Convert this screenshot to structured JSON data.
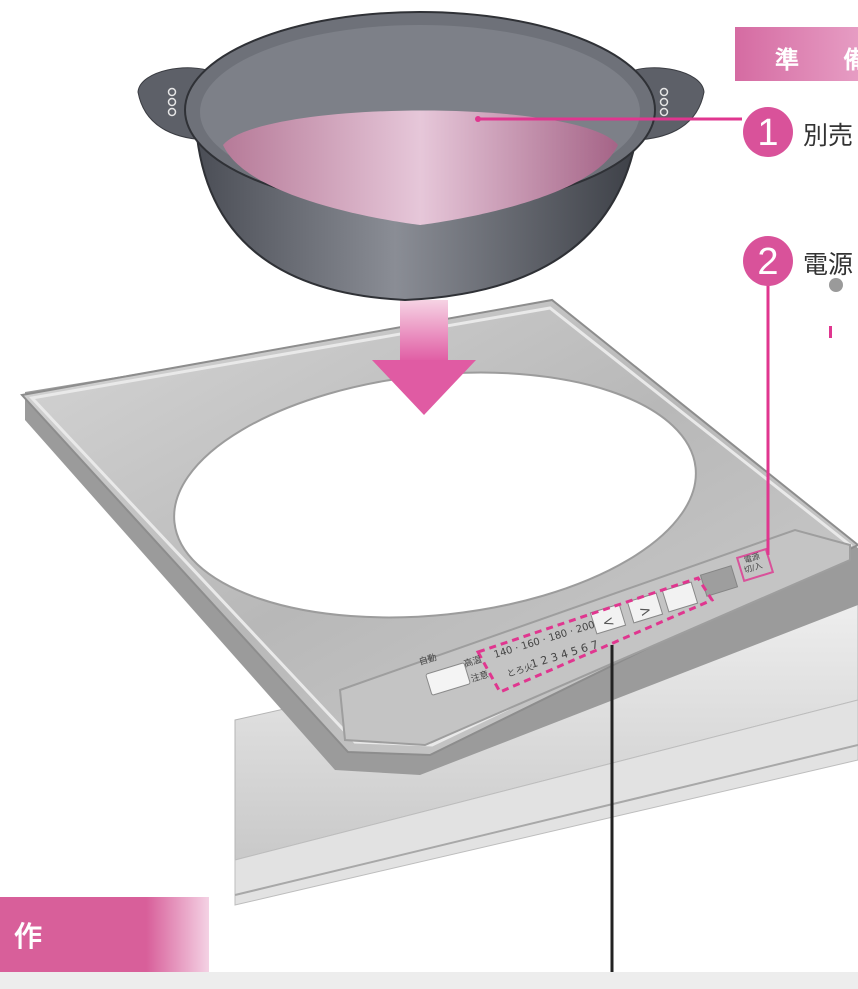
{
  "header": {
    "title": "準 備"
  },
  "steps": [
    {
      "number": "1",
      "text": "別売"
    },
    {
      "number": "2",
      "text": "電源"
    }
  ],
  "panel": {
    "auto_label": "自動",
    "high_label": "高温",
    "caution_label": "注意",
    "temp_scale": "140 · 160 · 180 · 200",
    "level_prefix": "とろ火",
    "levels": "1 2 3 4 5 6 7",
    "left_arrow": "<",
    "right_arrow": ">",
    "power_label_top": "電源",
    "power_label_bottom": "切/入"
  },
  "footer": {
    "title": "作"
  },
  "colors": {
    "accent": "#d9529a",
    "tab": "#d56ba2"
  }
}
